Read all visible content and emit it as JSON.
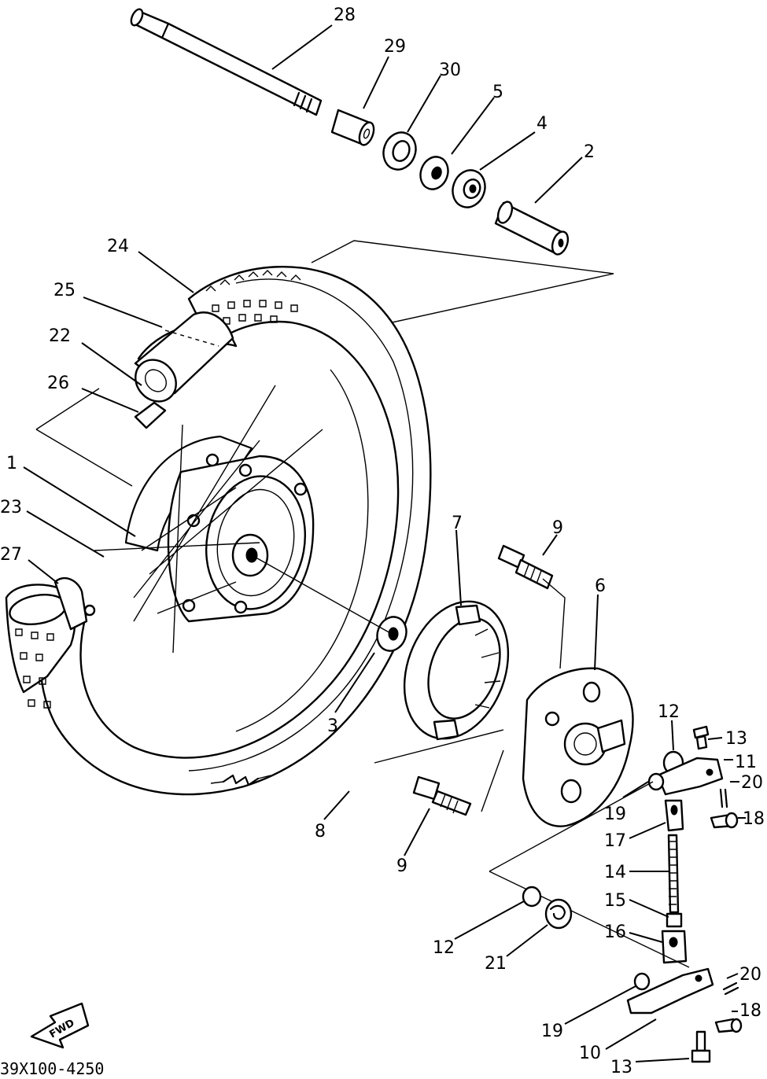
{
  "callouts": {
    "c28": "28",
    "c29": "29",
    "c30": "30",
    "c5": "5",
    "c4": "4",
    "c2": "2",
    "c24": "24",
    "c25": "25",
    "c22": "22",
    "c26": "26",
    "c1": "1",
    "c23": "23",
    "c27": "27",
    "c7": "7",
    "c9a": "9",
    "c6": "6",
    "c3": "3",
    "c8": "8",
    "c9b": "9",
    "c12a": "12",
    "c13a": "13",
    "c11": "11",
    "c20a": "20",
    "c19a": "19",
    "c18a": "18",
    "c17": "17",
    "c14": "14",
    "c15": "15",
    "c16": "16",
    "c12b": "12",
    "c21": "21",
    "c20b": "20",
    "c18b": "18",
    "c19b": "19",
    "c10": "10",
    "c13b": "13"
  },
  "fwd_label": "FWD",
  "diagram_code": "39X100-4250"
}
